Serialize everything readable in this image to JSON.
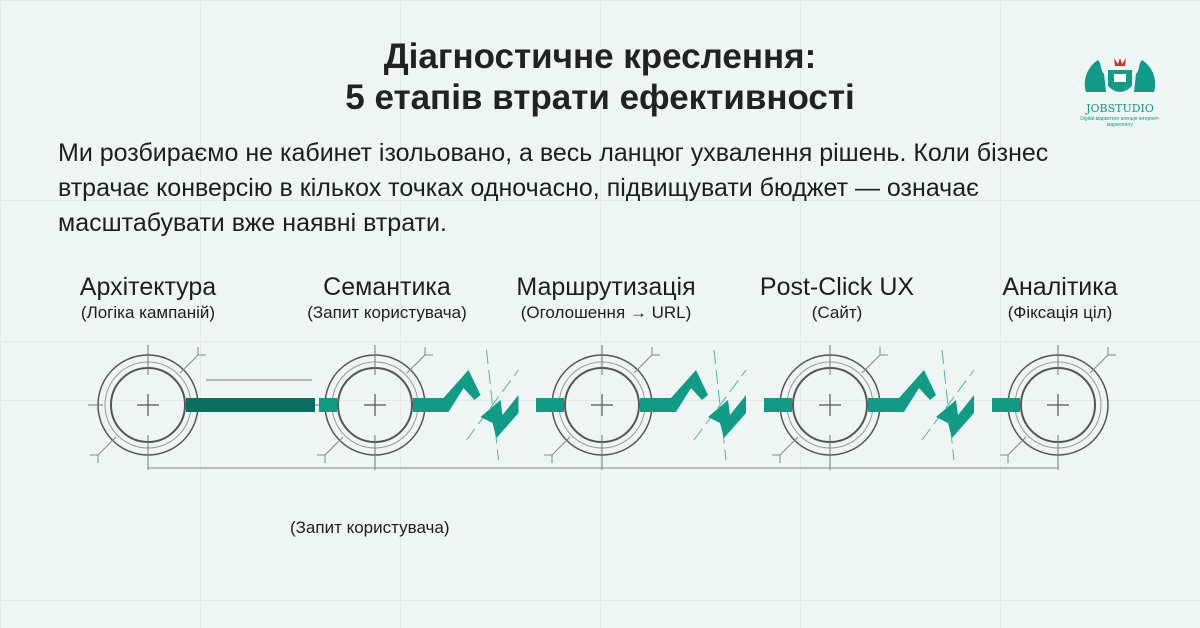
{
  "title_line1": "Діагностичне креслення:",
  "title_line2": "5 етапів втрати ефективності",
  "intro": "Ми розбираємо не кабинет ізольовано, а весь ланцюг ухвалення рішень. Коли бізнес втрачає конверсію в кількох точках одночасно, підвищувати бюджет — означає масштабувати вже наявні втрати.",
  "logo": {
    "name": "JOBSTUDIO",
    "tagline": "Digital-маркетинг агенція інтернет-маркетингу"
  },
  "stages": [
    {
      "name": "Архітектура",
      "sub": "(Логіка кампаній)"
    },
    {
      "name": "Семантика",
      "sub": "(Запит користувача)"
    },
    {
      "name": "Маршрутизація",
      "sub": "(Оголошення → URL)"
    },
    {
      "name": "Post-Click UX",
      "sub": "(Сайт)"
    },
    {
      "name": "Аналітика",
      "sub": "(Фіксація ціл)"
    }
  ],
  "connectors": [
    "intact",
    "broken",
    "broken",
    "broken"
  ],
  "extra_label": "(Запит користувача)",
  "colors": {
    "accent": "#0f9b86",
    "accent_dark": "#0b6e61",
    "line": "#555555",
    "background": "#eef5f3"
  }
}
